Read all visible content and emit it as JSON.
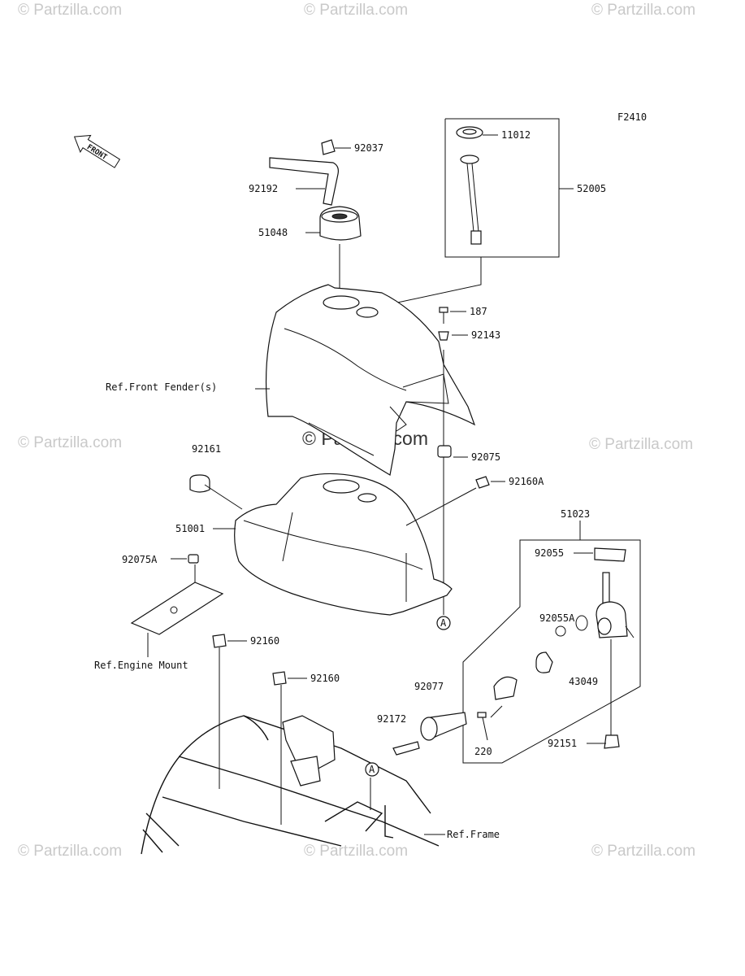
{
  "figure_code": "F2410",
  "front_label": "FRONT",
  "watermark": "© Partzilla.com",
  "watermark_center": "© Partzilla.com",
  "ref_labels": {
    "front_fender": "Ref.Front Fender(s)",
    "engine_mount": "Ref.Engine Mount",
    "frame": "Ref.Frame"
  },
  "callout_marker": "A",
  "parts": {
    "p11012": "11012",
    "p52005": "52005",
    "p92037": "92037",
    "p92192": "92192",
    "p51048": "51048",
    "p187": "187",
    "p92143": "92143",
    "p92075": "92075",
    "p92161": "92161",
    "p92160A": "92160A",
    "p51001": "51001",
    "p51023": "51023",
    "p92075A": "92075A",
    "p92055": "92055",
    "p92055A": "92055A",
    "p43049": "43049",
    "p92160a": "92160",
    "p92160b": "92160",
    "p92077": "92077",
    "p92172": "92172",
    "p220": "220",
    "p92151": "92151"
  }
}
